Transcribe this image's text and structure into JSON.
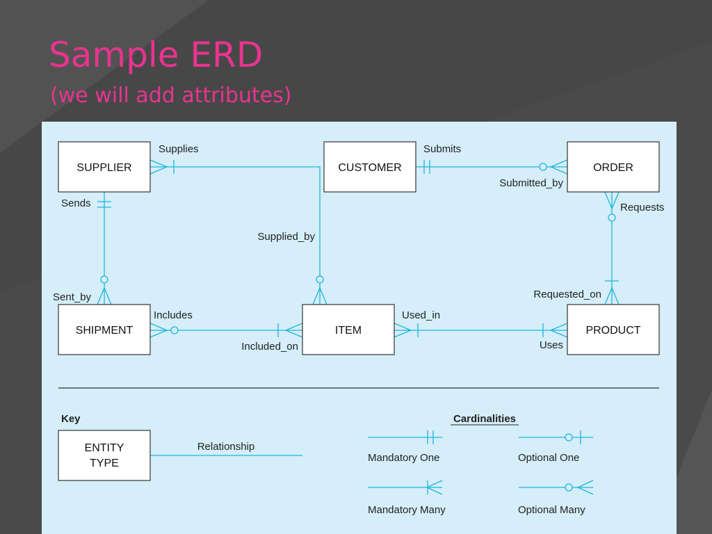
{
  "slide": {
    "title": "Sample ERD",
    "subtitle": "(we will add attributes)"
  },
  "colors": {
    "background": "#4a4a4a",
    "title": "#e8348f",
    "panel": "#d5eef9",
    "line": "#1eb5dd",
    "entity_border": "#333333"
  },
  "entities": {
    "supplier": "SUPPLIER",
    "customer": "CUSTOMER",
    "order": "ORDER",
    "shipment": "SHIPMENT",
    "item": "ITEM",
    "product": "PRODUCT"
  },
  "relationships": {
    "supplies": "Supplies",
    "supplied_by": "Supplied_by",
    "submits": "Submits",
    "submitted_by": "Submitted_by",
    "sends": "Sends",
    "sent_by": "Sent_by",
    "requests": "Requests",
    "requested_on": "Requested_on",
    "includes": "Includes",
    "included_on": "Included_on",
    "used_in": "Used_in",
    "uses": "Uses"
  },
  "key": {
    "title": "Key",
    "entity_line1": "ENTITY",
    "entity_line2": "TYPE",
    "relationship": "Relationship",
    "cardinalities_title": "Cardinalities",
    "mandatory_one": "Mandatory One",
    "optional_one": "Optional One",
    "mandatory_many": "Mandatory Many",
    "optional_many": "Optional Many"
  }
}
